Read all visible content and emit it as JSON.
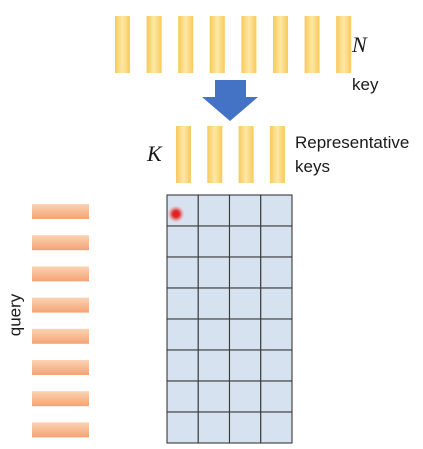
{
  "labels": {
    "n_symbol": "N",
    "key": "key",
    "k_symbol": "K",
    "representative_line1": "Representative",
    "representative_line2": "keys",
    "query": "query"
  },
  "counts": {
    "keys": 8,
    "representative_keys": 4,
    "queries": 8
  },
  "grid": {
    "rows": 8,
    "cols": 4,
    "highlighted_cell": {
      "row": 0,
      "col": 0
    }
  },
  "colors": {
    "key_fill_top": "#fde8a6",
    "key_fill_bottom": "#f9c95a",
    "query_fill_top": "#fbd3b4",
    "query_fill_bottom": "#f4a374",
    "arrow": "#4472c4",
    "cell_fill": "#d6e2f0",
    "cell_stroke": "#3a3a3a",
    "dot_center": "#e02020",
    "dot_glow": "#ff8a8a"
  }
}
